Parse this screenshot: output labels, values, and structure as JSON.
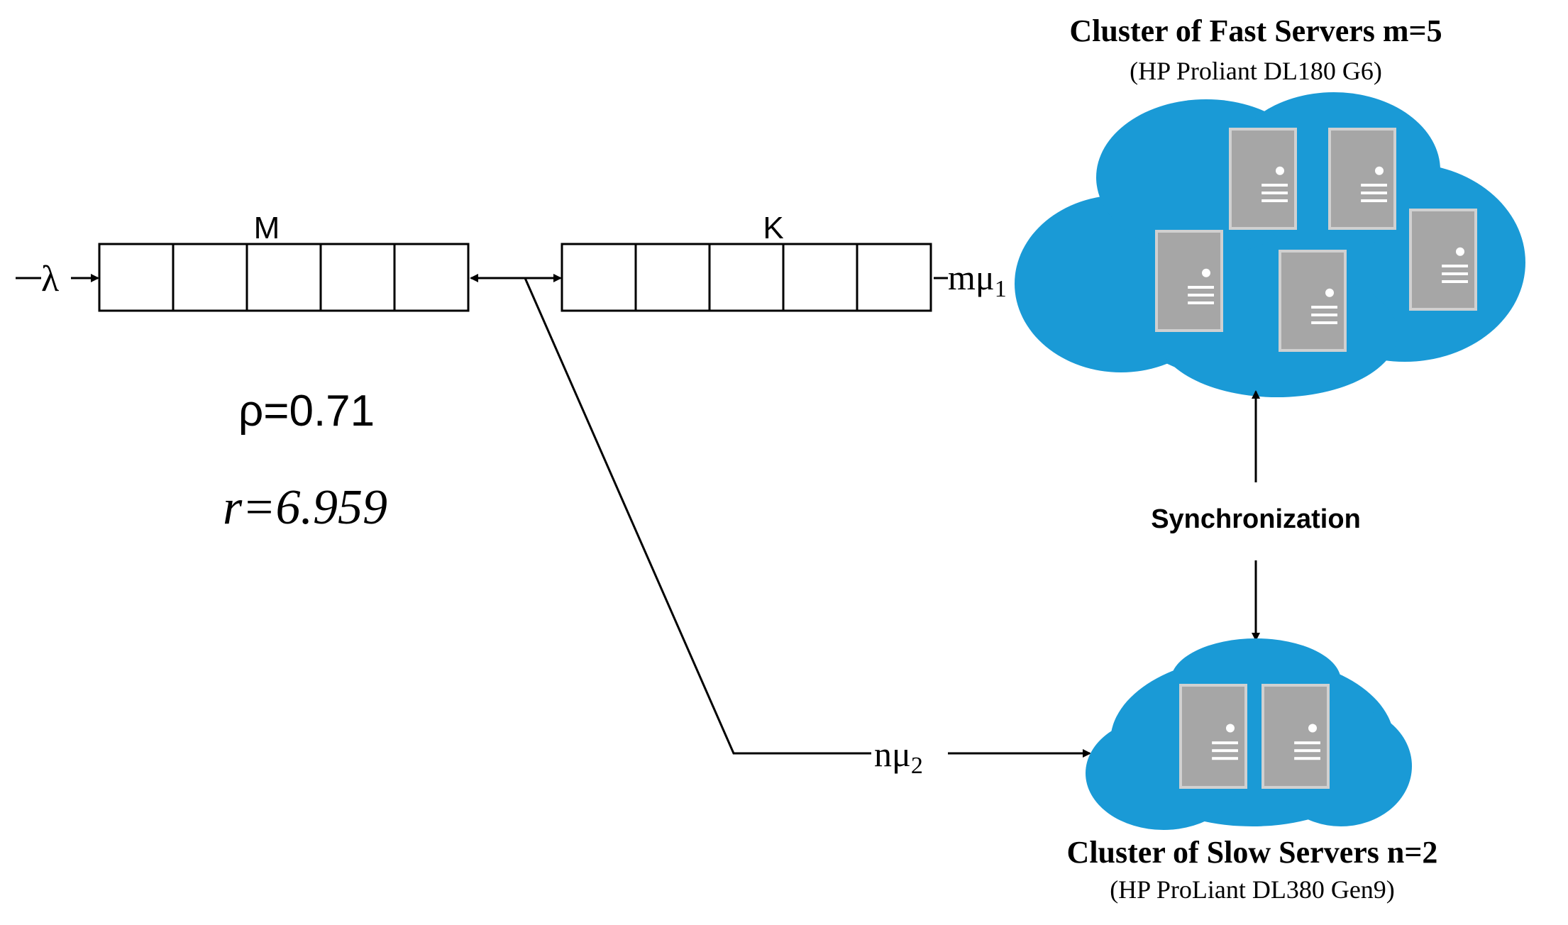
{
  "colors": {
    "cloud": "#1a9ad6",
    "server": "#a6a6a6",
    "server_border": "#d0d0d0",
    "ink": "#000000"
  },
  "arrival": {
    "label": "λ"
  },
  "queue_m": {
    "label": "M",
    "cells": 5
  },
  "queue_k": {
    "label": "K",
    "cells": 5
  },
  "params": {
    "rho": "ρ=0.71",
    "r": "r=6.959"
  },
  "fast_link": {
    "label_base": "mμ",
    "label_sub": "1"
  },
  "slow_link": {
    "label_base": "nμ",
    "label_sub": "2"
  },
  "fast_cluster": {
    "title": "Cluster of Fast Servers m=5",
    "subtitle": "(HP Proliant DL180 G6)",
    "server_count": 5,
    "server_icon": "server-tower-icon"
  },
  "slow_cluster": {
    "title": "Cluster of Slow Servers n=2",
    "subtitle": "(HP ProLiant DL380 Gen9)",
    "server_count": 2,
    "server_icon": "server-tower-icon"
  },
  "sync": {
    "label": "Synchronization"
  }
}
